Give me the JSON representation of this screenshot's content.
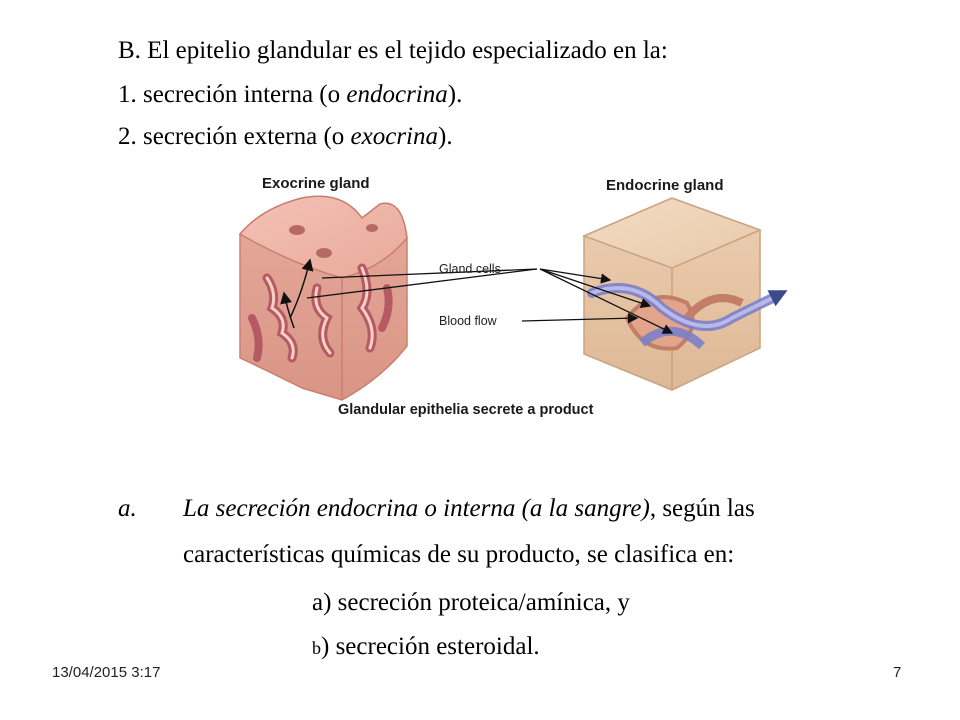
{
  "heading": {
    "line1": "B. El epitelio glandular es el tejido especializado en la:",
    "line2_a": "1. secreción interna (o ",
    "line2_it": "endocrina",
    "line2_b": ").",
    "line3_a": "2. secreción externa (o ",
    "line3_it": "exocrina",
    "line3_b": ")."
  },
  "figure": {
    "exocrine_title": "Exocrine gland",
    "endocrine_title": "Endocrine gland",
    "gland_cells_label": "Gland cells",
    "blood_flow_label": "Blood flow",
    "caption": "Glandular epithelia secrete a product"
  },
  "paragraph": {
    "marker": "a.",
    "italic_part": "La secreción endocrina o interna (a la sangre)",
    "rest_line1": ", según las",
    "line2": "características químicas de su producto, se clasifica en:"
  },
  "subitems": {
    "a": "a) secreción proteica/amínica, y",
    "b_letter": "b",
    "b_rest": ") secreción esteroidal."
  },
  "footer": {
    "date": "13/04/2015 3:17",
    "page": "7"
  }
}
